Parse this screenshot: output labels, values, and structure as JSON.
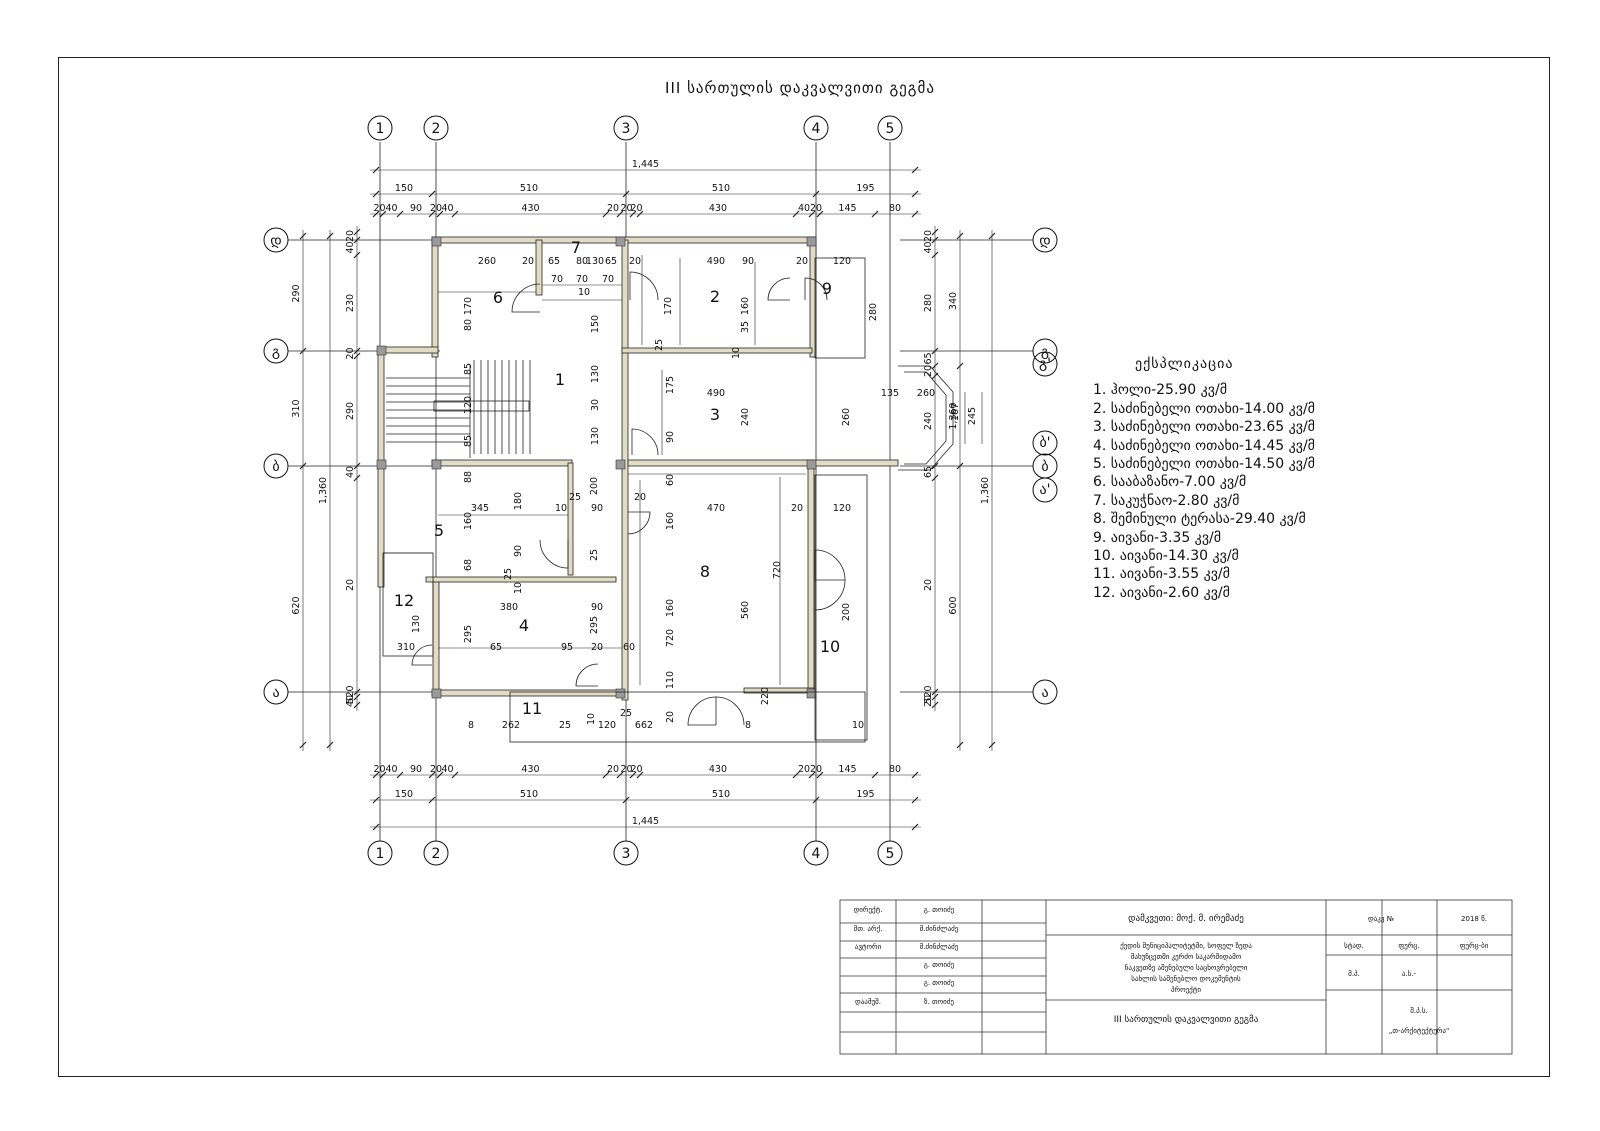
{
  "title": "III სართულის დაკვალვითი გეგმა",
  "overall_dimension": "1,445",
  "overall_height": "1,360",
  "axes": {
    "columns": [
      "1",
      "2",
      "3",
      "4",
      "5"
    ],
    "rows": [
      "დ",
      "გ",
      "ბ",
      "ა"
    ],
    "extra_right": [
      "გ'",
      "ბ'",
      "ა'"
    ]
  },
  "top_chain_1": [
    "150",
    "510",
    "510",
    "195"
  ],
  "top_chain_2": [
    "20",
    "40",
    "90",
    "20",
    "40",
    "430",
    "20",
    "20",
    "20",
    "430",
    "40",
    "20",
    "145",
    "80"
  ],
  "bottom_chain_1": [
    "150",
    "510",
    "510",
    "195"
  ],
  "bottom_chain_2": [
    "20",
    "40",
    "90",
    "20",
    "40",
    "430",
    "20",
    "20",
    "20",
    "430",
    "20",
    "20",
    "145",
    "80"
  ],
  "left_chain_1": [
    "290",
    "310",
    "620"
  ],
  "left_chain_2": [
    "20",
    "40",
    "230",
    "20",
    "290",
    "40",
    "20",
    "520",
    "40",
    "20"
  ],
  "right_chain_1": [
    "340",
    "1,360",
    "600"
  ],
  "right_chain_2": [
    "20",
    "40",
    "280",
    "65",
    "20",
    "240",
    "65",
    "20",
    "520",
    "20",
    "20"
  ],
  "right_wing": [
    "135",
    "260",
    "167",
    "245"
  ],
  "interior_dims": [
    "260",
    "20",
    "65",
    "80",
    "130",
    "65",
    "20",
    "70",
    "70",
    "70",
    "10",
    "490",
    "90",
    "20",
    "120",
    "170",
    "170",
    "80",
    "150",
    "160",
    "35",
    "280",
    "85",
    "120",
    "85",
    "130",
    "30",
    "130",
    "175",
    "240",
    "260",
    "90",
    "25",
    "10",
    "490",
    "88",
    "180",
    "25",
    "200",
    "60",
    "20",
    "345",
    "10",
    "90",
    "470",
    "20",
    "120",
    "160",
    "160",
    "90",
    "25",
    "10",
    "68",
    "25",
    "380",
    "90",
    "295",
    "295",
    "160",
    "720",
    "560",
    "720",
    "200",
    "130",
    "310",
    "65",
    "95",
    "20",
    "60",
    "110",
    "20",
    "220",
    "8",
    "262",
    "25",
    "120",
    "10",
    "25",
    "662",
    "8",
    "10"
  ],
  "rooms": [
    "1",
    "2",
    "3",
    "4",
    "5",
    "6",
    "7",
    "8",
    "9",
    "10",
    "11",
    "12"
  ],
  "legend": {
    "title": "ექსპლიკაცია",
    "items": [
      "1. ჰოლი-25.90  კვ/მ",
      "2. საძინებელი ოთახი-14.00  კვ/მ",
      "3. საძინებელი ოთახი-23.65  კვ/მ",
      "4. საძინებელი ოთახი-14.45  კვ/მ",
      "5. საძინებელი ოთახი-14.50  კვ/მ",
      "6. სააბაზანო-7.00  კვ/მ",
      "7. საკუჭნაო-2.80  კვ/მ",
      "8. შემინული ტერასა-29.40  კვ/მ",
      "9. აივანი-3.35  კვ/მ",
      "10. აივანი-14.30  კვ/მ",
      "11. აივანი-3.55  კვ/მ",
      "12. აივანი-2.60  კვ/მ"
    ]
  },
  "title_block": {
    "roles": [
      {
        "role": "დირექტ.",
        "name": "გ. თოიძე"
      },
      {
        "role": "მთ. არქ.",
        "name": "მ.ძინძლაძე"
      },
      {
        "role": "ავტორი",
        "name": "მ.ძინძლაძე"
      },
      {
        "role": "",
        "name": "გ. თოიძე"
      },
      {
        "role": "",
        "name": "გ. თოიძე"
      },
      {
        "role": "დაამუშ.",
        "name": "ზ. თოიძე"
      }
    ],
    "client": "დამკვეთი: მოქ. მ. ირემაძე",
    "project": [
      "ქედის მუნიციპალიტეტში, სოფელ ზედა",
      "მახუნცეთში კერძო საკარმიდამო",
      "ნაკვეთზე აშენებული საცხოვრებელი",
      "სახლის საშენებლო დოკუმენტის",
      "პროექტი"
    ],
    "sheet_title": "III სართულის დაკვალვითი გეგმა",
    "order_label": "დაკვ №",
    "year": "2018 წ.",
    "stage_label": "სტად.",
    "sheet_label": "ფურც.",
    "sheets_label": "ფურც-ბი",
    "stage": "მ.პ.",
    "sheet": "ა.ს.-",
    "company_1": "შ.პ.ს.",
    "company_2": "„თ-არქიტექტურა\""
  }
}
